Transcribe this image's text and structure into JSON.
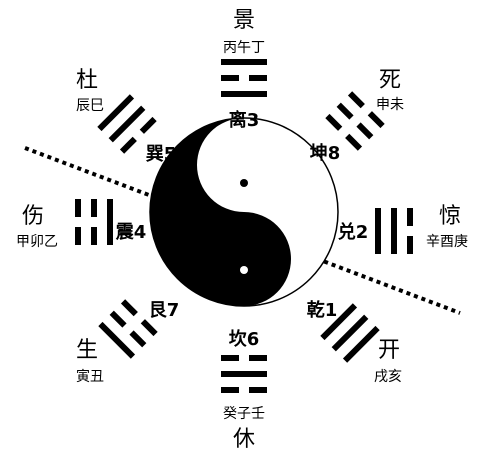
{
  "palaces": [
    {
      "id": "jing-s",
      "gate": "景",
      "branches": "丙午丁",
      "trigram_label": "离3",
      "lines": [
        1,
        0,
        1
      ]
    },
    {
      "id": "si",
      "gate": "死",
      "branches": "申未",
      "trigram_label": "坤8",
      "lines": [
        0,
        0,
        0
      ]
    },
    {
      "id": "jing-w",
      "gate": "惊",
      "branches": "辛酉庚",
      "trigram_label": "兑2",
      "lines": [
        0,
        1,
        1
      ]
    },
    {
      "id": "kai",
      "gate": "开",
      "branches": "戌亥",
      "trigram_label": "乾1",
      "lines": [
        1,
        1,
        1
      ]
    },
    {
      "id": "xiu",
      "gate": "休",
      "branches": "癸子壬",
      "trigram_label": "坎6",
      "lines": [
        0,
        1,
        0
      ]
    },
    {
      "id": "sheng",
      "gate": "生",
      "branches": "寅丑",
      "trigram_label": "艮7",
      "lines": [
        1,
        0,
        0
      ]
    },
    {
      "id": "shang",
      "gate": "伤",
      "branches": "甲卯乙",
      "trigram_label": "震4",
      "lines": [
        0,
        0,
        1
      ]
    },
    {
      "id": "du",
      "gate": "杜",
      "branches": "辰巳",
      "trigram_label": "巽5",
      "lines": [
        1,
        1,
        0
      ]
    }
  ],
  "colors": {
    "ink": "#000000",
    "paper": "#ffffff"
  }
}
